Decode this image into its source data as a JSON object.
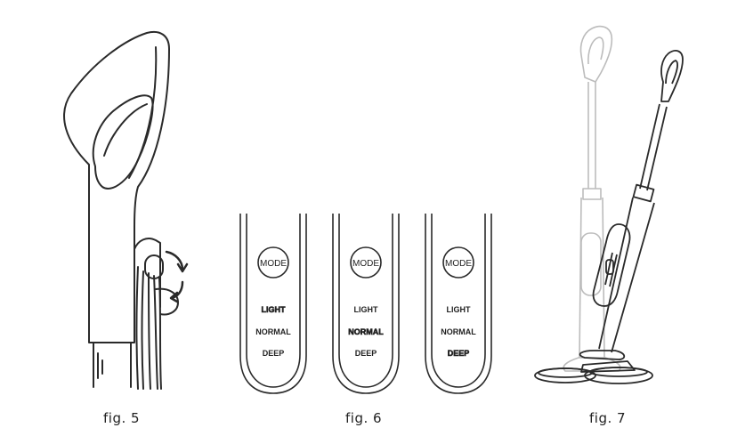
{
  "captions": {
    "fig5": "fig. 5",
    "fig6": "fig. 6",
    "fig7": "fig. 7"
  },
  "panels": [
    {
      "mode_label": "MODE",
      "levels": [
        "LIGHT",
        "NORMAL",
        "DEEP"
      ],
      "highlighted": "LIGHT"
    },
    {
      "mode_label": "MODE",
      "levels": [
        "LIGHT",
        "NORMAL",
        "DEEP"
      ],
      "highlighted": "NORMAL"
    },
    {
      "mode_label": "MODE",
      "levels": [
        "LIGHT",
        "NORMAL",
        "DEEP"
      ],
      "highlighted": "DEEP"
    }
  ],
  "colors": {
    "line": "#2a2a2a",
    "faded": "#bcbcbc"
  }
}
